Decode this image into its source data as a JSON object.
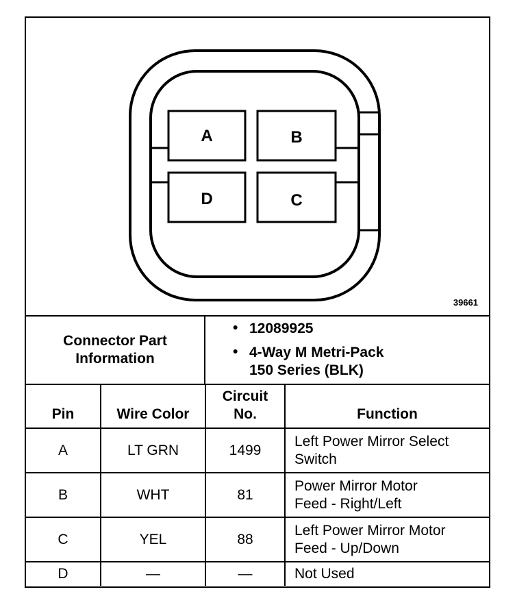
{
  "diagram": {
    "pins": {
      "A": "A",
      "B": "B",
      "C": "C",
      "D": "D"
    },
    "figure_number": "39661"
  },
  "connector_info": {
    "label": "Connector Part\nInformation",
    "items": [
      "12089925",
      "4-Way M Metri-Pack\n150 Series (BLK)"
    ],
    "bullet": "•"
  },
  "table": {
    "headers": {
      "pin": "Pin",
      "wire_color": "Wire Color",
      "circuit": "Circuit\nNo.",
      "function": "Function"
    },
    "rows": [
      {
        "pin": "A",
        "wire_color": "LT GRN",
        "circuit": "1499",
        "function": "Left Power Mirror Select\nSwitch"
      },
      {
        "pin": "B",
        "wire_color": "WHT",
        "circuit": "81",
        "function": "Power Mirror Motor\nFeed - Right/Left"
      },
      {
        "pin": "C",
        "wire_color": "YEL",
        "circuit": "88",
        "function": "Left Power Mirror Motor\nFeed - Up/Down"
      },
      {
        "pin": "D",
        "wire_color": "—",
        "circuit": "—",
        "function": "Not Used"
      }
    ]
  }
}
